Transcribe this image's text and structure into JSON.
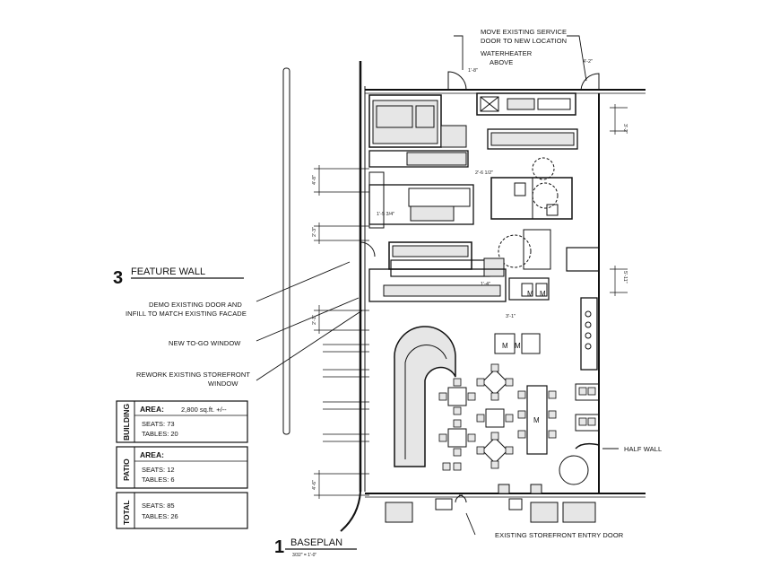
{
  "notes": {
    "move_service_door": [
      "MOVE EXISTING SERVICE",
      "DOOR TO NEW LOCATION"
    ],
    "waterheater": [
      "WATERHEATER",
      "ABOVE"
    ],
    "demo_door": [
      "DEMO EXISTING DOOR AND",
      "INFILL TO MATCH EXISTING FACADE"
    ],
    "to_go_window": "NEW TO-GO WINDOW",
    "storefront_window": [
      "REWORK EXISTING STOREFRONT",
      "WINDOW"
    ],
    "half_wall": "HALF WALL",
    "entry_door": "EXISTING STOREFRONT ENTRY DOOR"
  },
  "titles": {
    "feature_wall_num": "3",
    "feature_wall": "FEATURE WALL",
    "baseplan_num": "1",
    "baseplan": "BASEPLAN",
    "baseplan_scale": "3/32\" = 1'-0\""
  },
  "dimensions": {
    "d1": "1'-8\"",
    "d2": "4'-2\"",
    "d3": "3'-2\"",
    "d4": "2'-6 1/2\"",
    "d5": "4'-8\"",
    "d6": "1'-5 3/4\"",
    "d7": "2'-3\"",
    "d8": "1'-4\"",
    "d9": "5'-11\"",
    "d10": "3'-1\"",
    "d11": "2'-1\"",
    "d12": "4'-6\""
  },
  "summary": {
    "building": {
      "side_label": "BUILDING",
      "area_label": "AREA:",
      "area_value": "2,800 sq.ft. +/--",
      "seats": "SEATS:   73",
      "tables": "TABLES:  20"
    },
    "patio": {
      "side_label": "PATIO",
      "area_label": "AREA:",
      "seats": "SEATS:   12",
      "tables": "TABLES:  6"
    },
    "total": {
      "side_label": "TOTAL",
      "seats": "SEATS:   85",
      "tables": "TABLES:  26"
    }
  },
  "fixtures": {
    "m": "M"
  },
  "colors": {
    "ink": "#111111",
    "fill_light": "#e6e6e6",
    "fill_mid": "#bdbdbd"
  }
}
